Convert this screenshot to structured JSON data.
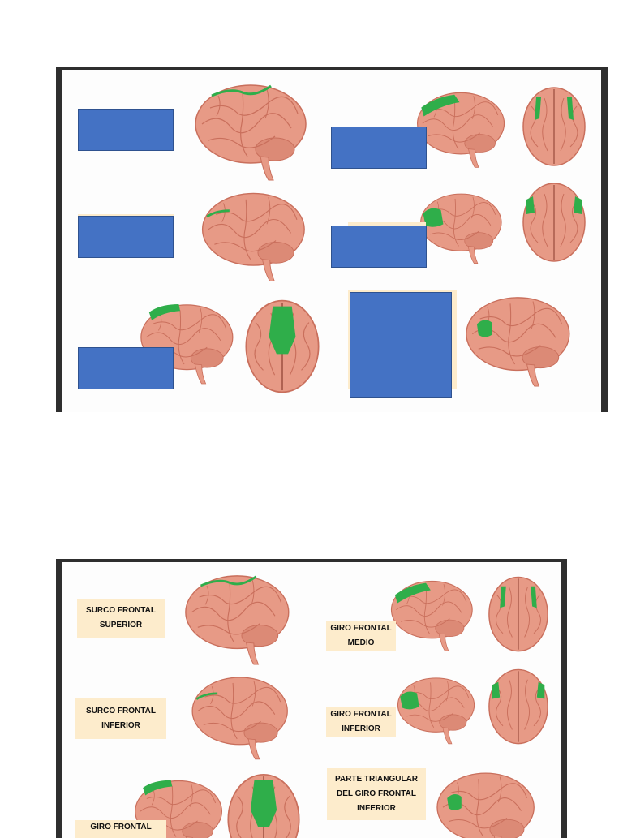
{
  "answer_slide": {
    "labels": {
      "superior_sulcus": {
        "line1": "SURCO FRONTAL",
        "line2": "SUPERIOR"
      },
      "middle_gyrus": {
        "line1": "GIRO FRONTAL",
        "line2": "MEDIO"
      },
      "inferior_sulcus": {
        "line1": "SURCO FRONTAL",
        "line2": "INFERIOR"
      },
      "inferior_gyrus": {
        "line1": "GIRO FRONTAL",
        "line2": "INFERIOR"
      },
      "triangular_part": {
        "line1": "PARTE TRIANGULAR",
        "line2": "DEL GIRO FRONTAL",
        "line3": "INFERIOR"
      },
      "superior_gyrus_partial": {
        "line1": "GIRO FRONTAL"
      }
    }
  },
  "colors": {
    "cover_box": "#4472c4",
    "label_bg": "#fdeccc",
    "brain_tissue": "#e79a86",
    "highlight": "#2fae4a",
    "frame": "#2e2e2e"
  }
}
